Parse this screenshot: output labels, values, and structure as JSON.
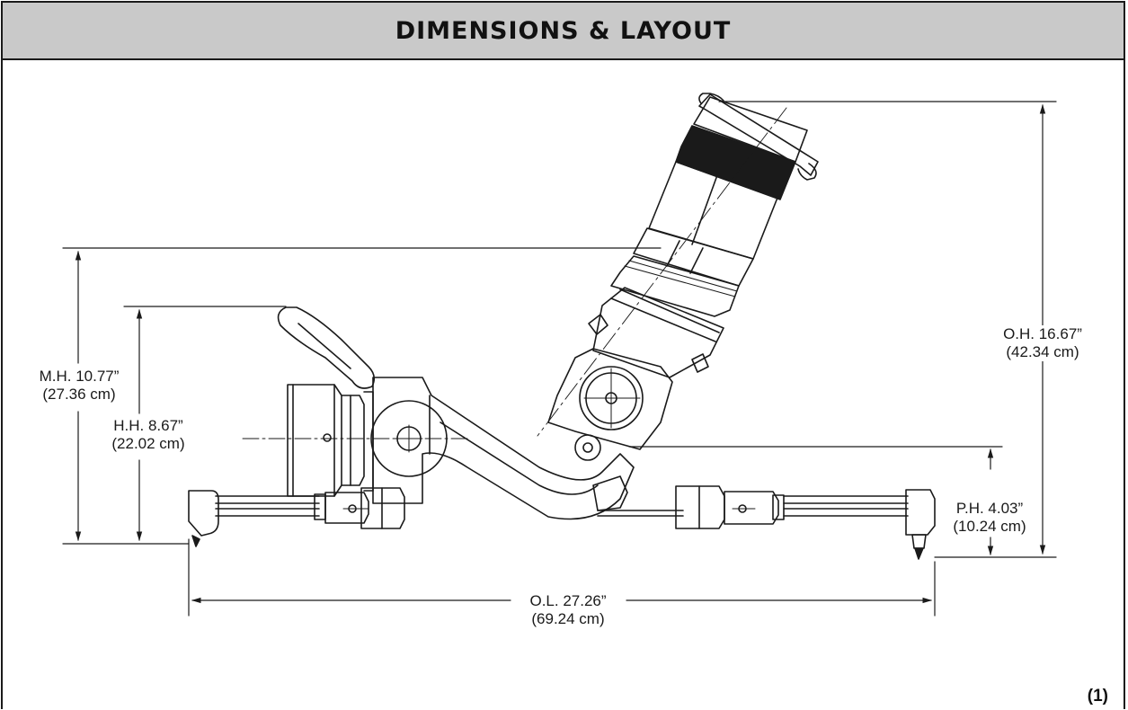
{
  "header": {
    "title": "DIMENSIONS & LAYOUT"
  },
  "dimensions": {
    "oh": {
      "line1": "O.H. 16.67”",
      "line2": "(42.34 cm)"
    },
    "mh": {
      "line1": "M.H. 10.77”",
      "line2": "(27.36 cm)"
    },
    "hh": {
      "line1": "H.H. 8.67”",
      "line2": "(22.02 cm)"
    },
    "ph": {
      "line1": "P.H. 4.03”",
      "line2": "(10.24 cm)"
    },
    "ol": {
      "line1": "O.L. 27.26”",
      "line2": "(69.24 cm)"
    }
  },
  "figure_number": "(1)",
  "colors": {
    "header_bg": "#c9c9c9",
    "line": "#1a1a1a"
  }
}
